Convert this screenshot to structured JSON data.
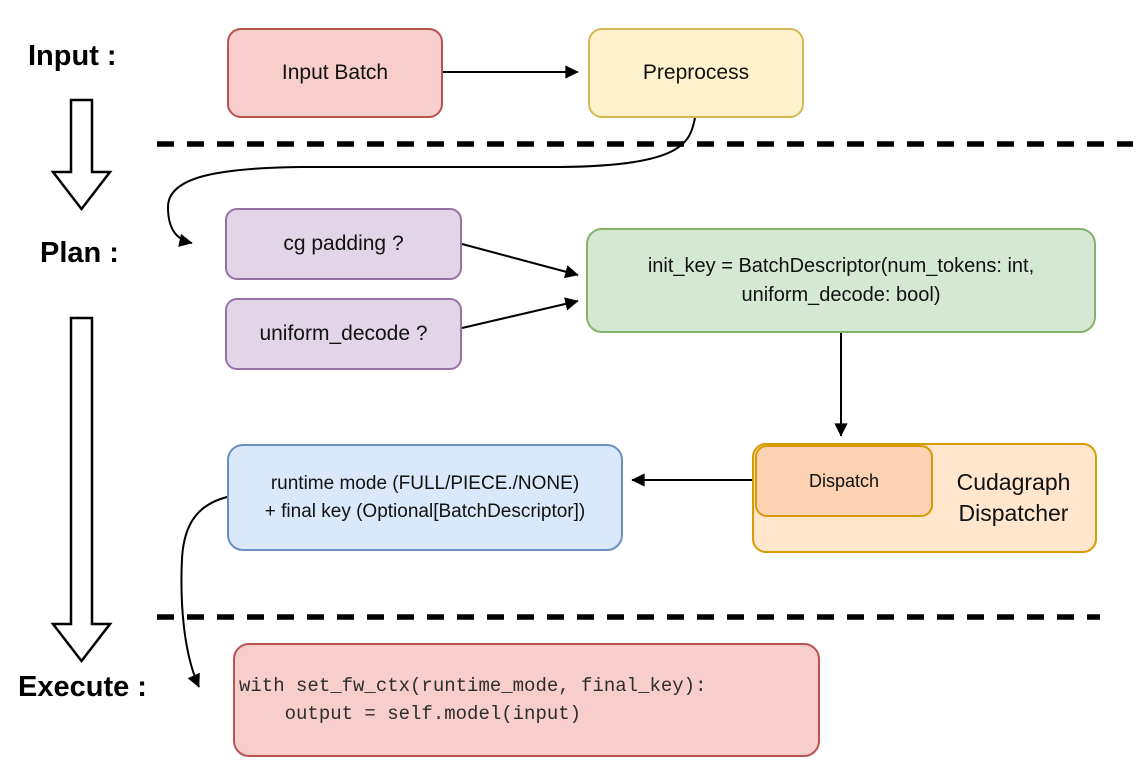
{
  "title": "Cudagraph dispatch flow diagram",
  "stages": {
    "input_label": "Input :",
    "plan_label": "Plan :",
    "execute_label": "Execute :"
  },
  "nodes": {
    "input_batch": {
      "label": "Input Batch"
    },
    "preprocess": {
      "label": "Preprocess"
    },
    "cg_padding": {
      "label": "cg padding ?"
    },
    "uniform_decode": {
      "label": "uniform_decode ?"
    },
    "init_key": {
      "line1": "init_key = BatchDescriptor(num_tokens: int,",
      "line2": "uniform_decode: bool)"
    },
    "dispatch": {
      "label": "Dispatch"
    },
    "cudagraph_dispatcher": {
      "line1": "Cudagraph",
      "line2": "Dispatcher"
    },
    "runtime_mode": {
      "line1": "runtime mode (FULL/PIECE./NONE)",
      "line2": "+ final key (Optional[BatchDescriptor])"
    },
    "execute_code": {
      "line1": "with set_fw_ctx(runtime_mode, final_key):",
      "line2": "    output = self.model(input)"
    }
  },
  "colors": {
    "red_fill": "#f8cecc",
    "red_border": "#b85450",
    "yellow_fill": "#fff2cc",
    "yellow_border": "#d6b656",
    "purple_fill": "#e1d5e7",
    "purple_border": "#9673a6",
    "green_fill": "#d5e8d4",
    "green_border": "#82b366",
    "blue_fill": "#dae8fc",
    "blue_border": "#6c8ebf",
    "orange_outer_fill": "#ffe6cc",
    "orange_inner_fill": "#fcd2b2",
    "orange_border": "#d79b00",
    "line_color": "#000000",
    "background": "#ffffff"
  }
}
